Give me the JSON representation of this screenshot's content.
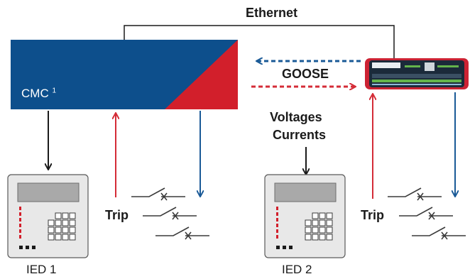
{
  "labels": {
    "ethernet": "Ethernet",
    "goose": "GOOSE",
    "cmc": "CMC",
    "cmc_sup": "1",
    "voltages": "Voltages",
    "currents": "Currents",
    "trip_left": "Trip",
    "trip_right": "Trip",
    "ied1": "IED 1",
    "ied2": "IED 2"
  },
  "colors": {
    "cmc_blue": "#0d4f8c",
    "cmc_red": "#d21f2b",
    "arrow_red": "#d42c37",
    "arrow_blue": "#1a5a97",
    "line_black": "#1a1a1a",
    "device_grey": "#e8e8e8",
    "display_grey": "#a9a9a9"
  },
  "icons": {
    "ied1": "ied-device-icon",
    "ied2": "ied-device-icon",
    "io_box": "io-module-icon",
    "switches": "breaker-contact-icon"
  }
}
